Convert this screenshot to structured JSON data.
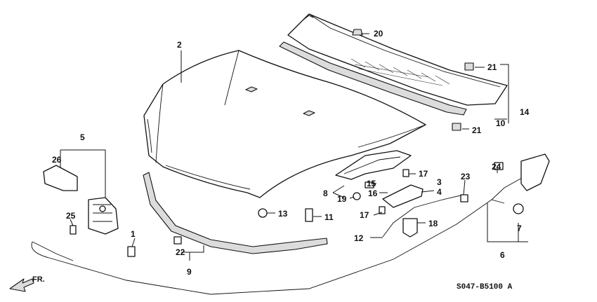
{
  "callouts": [
    {
      "id": "n1",
      "text": "1"
    },
    {
      "id": "n2",
      "text": "2"
    },
    {
      "id": "n3",
      "text": "3"
    },
    {
      "id": "n4",
      "text": "4"
    },
    {
      "id": "n5",
      "text": "5"
    },
    {
      "id": "n6",
      "text": "6"
    },
    {
      "id": "n7",
      "text": "7"
    },
    {
      "id": "n8",
      "text": "8"
    },
    {
      "id": "n9",
      "text": "9"
    },
    {
      "id": "n10",
      "text": "10"
    },
    {
      "id": "n11",
      "text": "11"
    },
    {
      "id": "n12",
      "text": "12"
    },
    {
      "id": "n13",
      "text": "13"
    },
    {
      "id": "n14",
      "text": "14"
    },
    {
      "id": "n15",
      "text": "15"
    },
    {
      "id": "n16",
      "text": "16"
    },
    {
      "id": "n17a",
      "text": "17"
    },
    {
      "id": "n17b",
      "text": "17"
    },
    {
      "id": "n18",
      "text": "18"
    },
    {
      "id": "n19",
      "text": "19"
    },
    {
      "id": "n20",
      "text": "20"
    },
    {
      "id": "n21a",
      "text": "21"
    },
    {
      "id": "n21b",
      "text": "21"
    },
    {
      "id": "n22",
      "text": "22"
    },
    {
      "id": "n23",
      "text": "23"
    },
    {
      "id": "n24",
      "text": "24"
    },
    {
      "id": "n25",
      "text": "25"
    },
    {
      "id": "n26",
      "text": "26"
    }
  ],
  "diagram_code": "S047-B5100 A",
  "direction_label": "FR.",
  "icons": {
    "direction": "front-direction-arrow-icon"
  },
  "colors": {
    "ink": "#111111",
    "fill": "#ffffff",
    "shade": "#dcdcdc"
  }
}
